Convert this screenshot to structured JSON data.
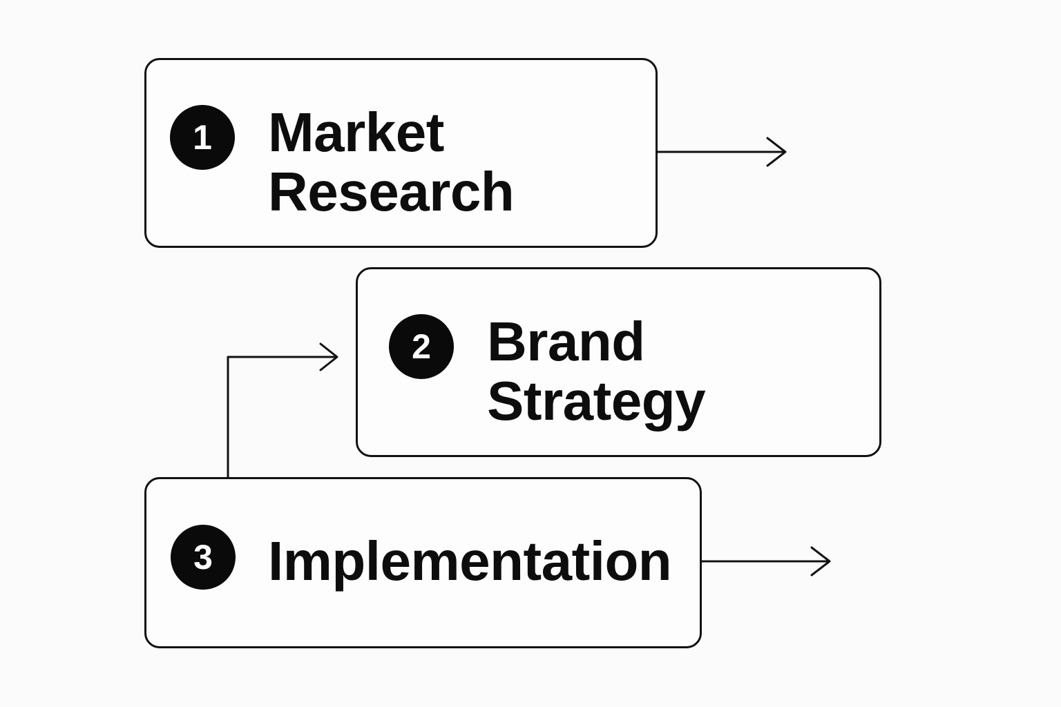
{
  "colors": {
    "background": "#fbfbfb",
    "stroke": "#111111",
    "badge_fill": "#0a0a0a",
    "badge_text": "#ffffff",
    "label_text": "#0d0d0d"
  },
  "steps": [
    {
      "number": "1",
      "label_lines": [
        "Market",
        "Research"
      ]
    },
    {
      "number": "2",
      "label_lines": [
        "Brand",
        "Strategy"
      ]
    },
    {
      "number": "3",
      "label_lines": [
        "Implementation"
      ]
    }
  ],
  "connectors": [
    {
      "from": "step-1",
      "to": "outside-right",
      "icon": "arrow-right-icon"
    },
    {
      "from": "step-3",
      "to": "step-2",
      "icon": "arrow-right-icon"
    },
    {
      "from": "step-3",
      "to": "outside-right",
      "icon": "arrow-right-icon"
    }
  ]
}
